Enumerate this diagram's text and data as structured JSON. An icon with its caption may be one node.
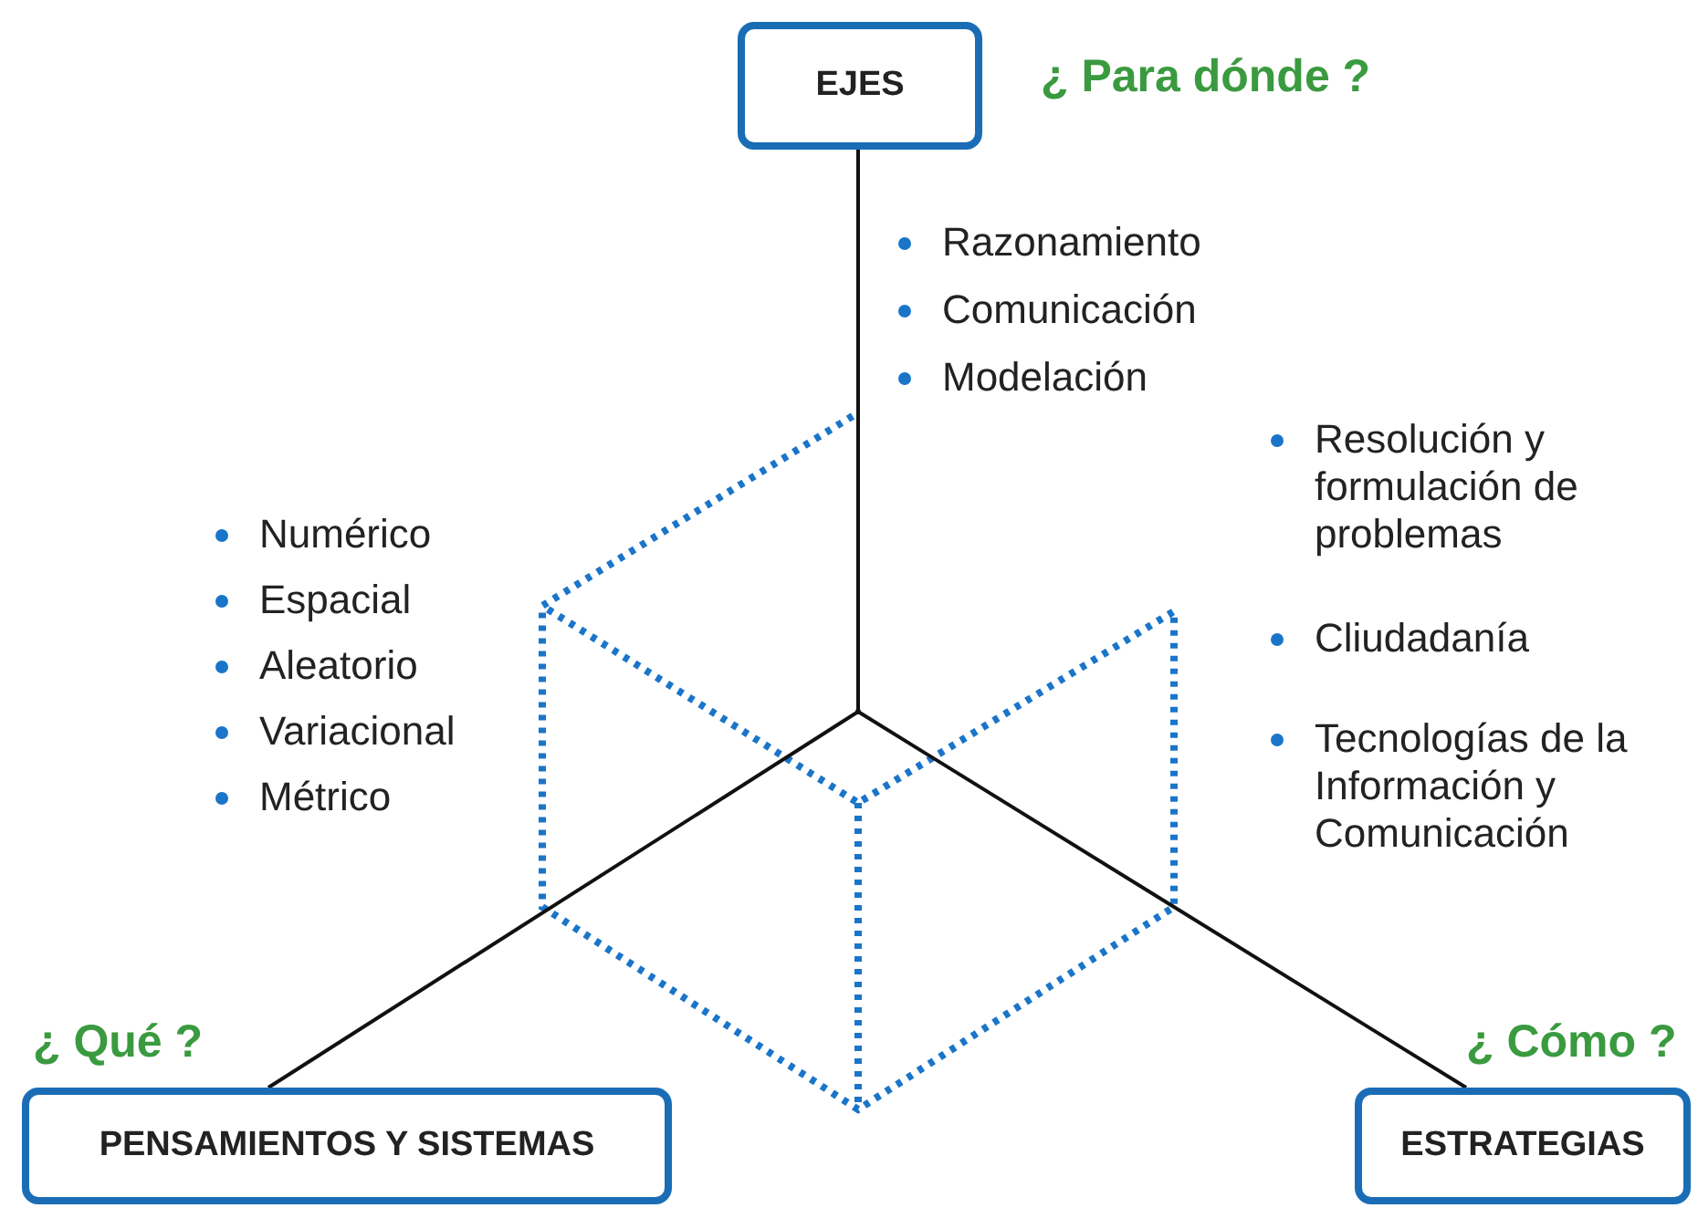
{
  "diagram": {
    "nodes": [
      {
        "text": [
          "EJES"
        ],
        "beside": [
          "¿ Para dónde ?"
        ]
      },
      {
        "text": [
          "PENSAMIENTOS Y SISTEMAS"
        ],
        "beside": [
          "¿ Qué ?"
        ]
      },
      {
        "text": [
          "ESTRATEGIAS"
        ],
        "beside": [
          "¿ Cómo ?"
        ]
      },
      {
        "text": [],
        "shape": "point"
      }
    ],
    "edges": [
      {
        "from": 0,
        "to": 3,
        "arrow": "none"
      },
      {
        "from": 1,
        "to": 3,
        "arrow": "none"
      },
      {
        "from": 2,
        "to": 3,
        "arrow": "none"
      }
    ],
    "labels": [
      "Razonamiento",
      "Comunicación",
      "Modelación",
      "Resolución y formulación de problemas",
      "Numérico",
      "Cliudadanía",
      "Espacial",
      "Aleatorio",
      "Variacional",
      "Tecnologías de la Información y Comunicación",
      "Métrico"
    ]
  }
}
